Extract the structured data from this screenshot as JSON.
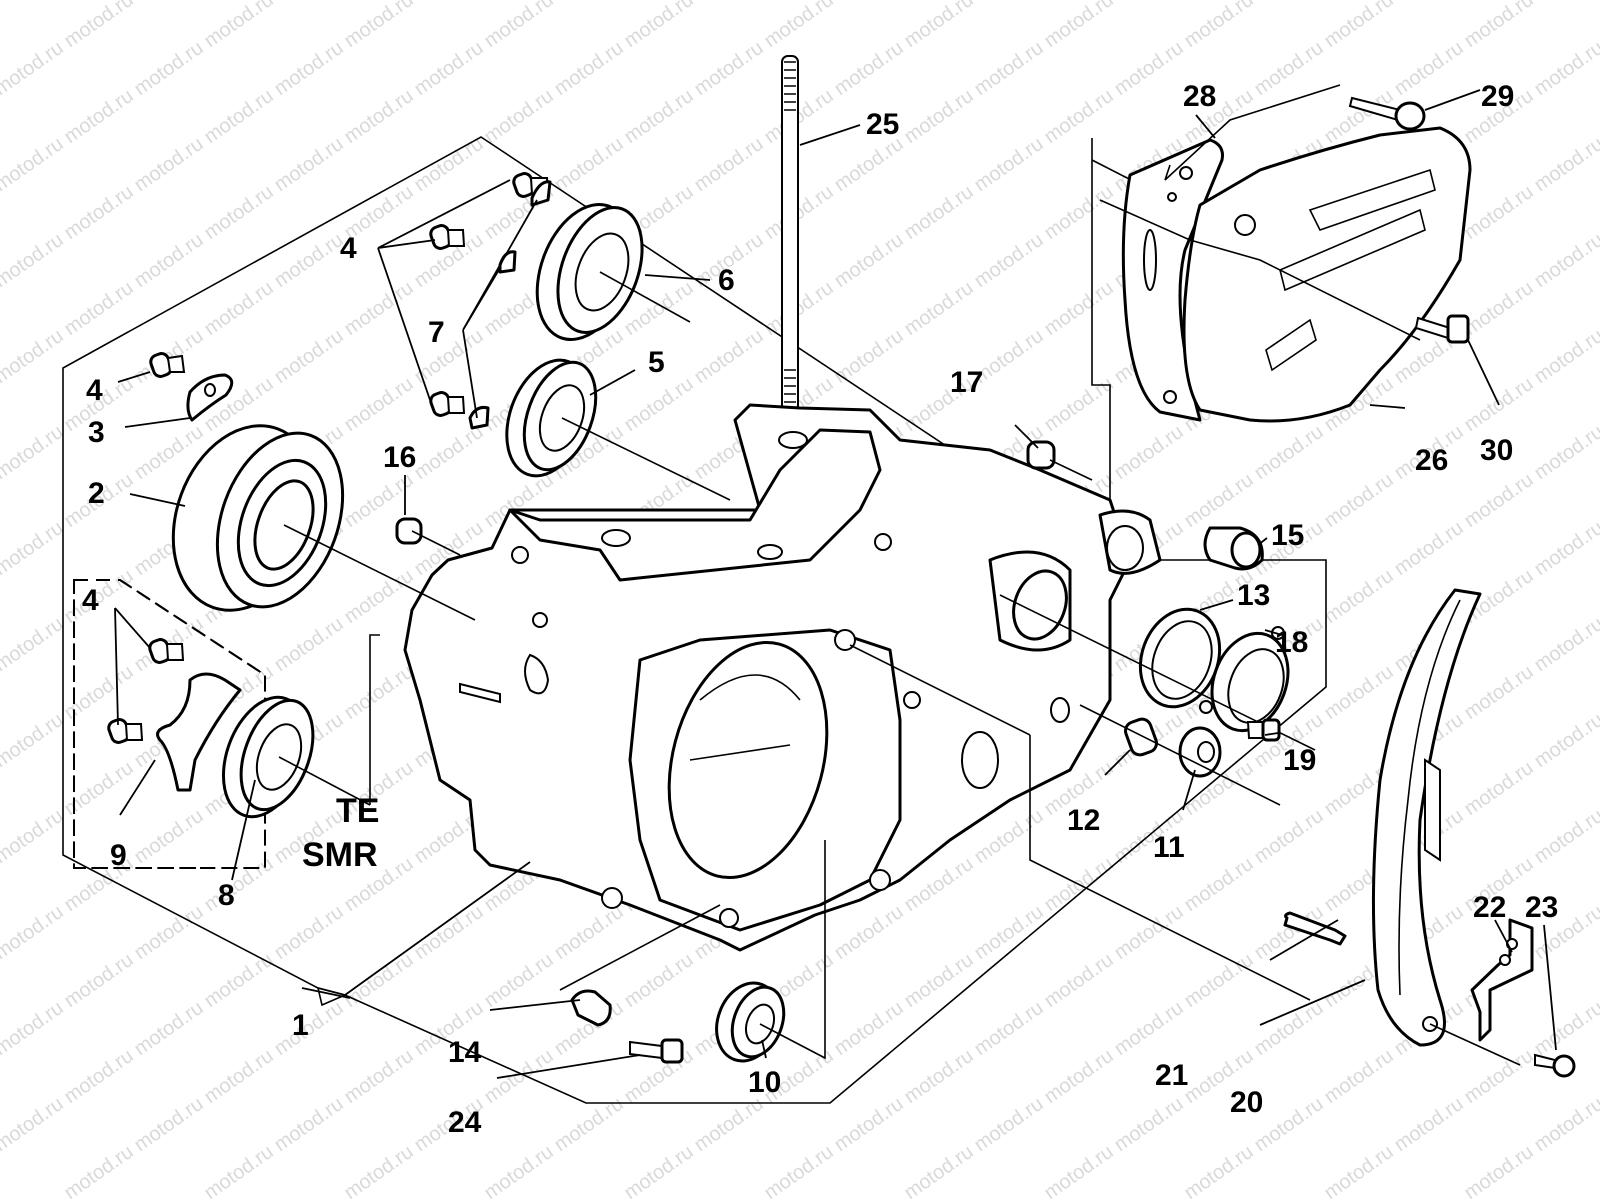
{
  "diagram": {
    "title": "Crankcase exploded parts diagram",
    "watermark": "motod.ru",
    "model_variant_box": {
      "line1": "TE",
      "line2": "SMR"
    },
    "callouts": [
      {
        "id": "c1",
        "label": "1",
        "part": "crankcase"
      },
      {
        "id": "c2",
        "label": "2",
        "part": "main bearing (large)"
      },
      {
        "id": "c3",
        "label": "3",
        "part": "bearing retaining plate"
      },
      {
        "id": "c4a",
        "label": "4",
        "part": "screw"
      },
      {
        "id": "c4b",
        "label": "4",
        "part": "screws"
      },
      {
        "id": "c4c",
        "label": "4",
        "part": "screws (TE/SMR)"
      },
      {
        "id": "c5",
        "label": "5",
        "part": "bearing"
      },
      {
        "id": "c6",
        "label": "6",
        "part": "bearing"
      },
      {
        "id": "c7",
        "label": "7",
        "part": "retaining plates"
      },
      {
        "id": "c8",
        "label": "8",
        "part": "bearing (TE/SMR)"
      },
      {
        "id": "c9",
        "label": "9",
        "part": "retaining plate (TE/SMR)"
      },
      {
        "id": "c10",
        "label": "10",
        "part": "bearing"
      },
      {
        "id": "c11",
        "label": "11",
        "part": "bushing"
      },
      {
        "id": "c12",
        "label": "12",
        "part": "dowel bushing"
      },
      {
        "id": "c13",
        "label": "13",
        "part": "oil seal"
      },
      {
        "id": "c14",
        "label": "14",
        "part": "plug"
      },
      {
        "id": "c15",
        "label": "15",
        "part": "plug"
      },
      {
        "id": "c16",
        "label": "16",
        "part": "dowel"
      },
      {
        "id": "c17",
        "label": "17",
        "part": "dowel"
      },
      {
        "id": "c18",
        "label": "18",
        "part": "seal holder"
      },
      {
        "id": "c19",
        "label": "19",
        "part": "screw"
      },
      {
        "id": "c20",
        "label": "20",
        "part": "chain guide"
      },
      {
        "id": "c21",
        "label": "21",
        "part": "pin"
      },
      {
        "id": "c22",
        "label": "22",
        "part": "bracket"
      },
      {
        "id": "c23",
        "label": "23",
        "part": "screw"
      },
      {
        "id": "c24",
        "label": "24",
        "part": "screw"
      },
      {
        "id": "c25",
        "label": "25",
        "part": "stud"
      },
      {
        "id": "c26",
        "label": "26",
        "part": "sprocket cover"
      },
      {
        "id": "c28",
        "label": "28",
        "part": "gasket plate"
      },
      {
        "id": "c29",
        "label": "29",
        "part": "screw"
      },
      {
        "id": "c30",
        "label": "30",
        "part": "screw"
      }
    ]
  }
}
